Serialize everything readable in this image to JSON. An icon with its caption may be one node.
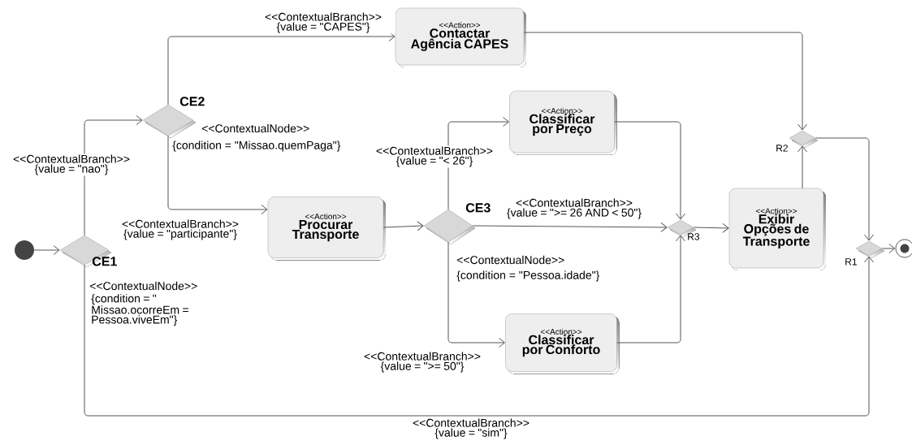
{
  "diagram": {
    "nodes": [
      {
        "text": [],
        "shape": "circle"
      },
      {
        "text": [
          "CE1"
        ],
        "beside": [
          "<<ContextualNode>>",
          "{condition = \" Missao.ocorreEm = Pessoa.viveEm\"}"
        ]
      },
      {
        "text": [
          "CE2"
        ],
        "beside": [
          "<<ContextualNode>>",
          "{condition = \"Missao.quemPaga\"}"
        ]
      },
      {
        "text": [
          "<<Action>>",
          "Contactar Agência CAPES"
        ]
      },
      {
        "text": [
          "<<Action>>",
          "Procurar Transporte"
        ]
      },
      {
        "text": [
          "CE3"
        ],
        "beside": [
          "<<ContextualNode>>",
          "{condition = \"Pessoa.idade\"}"
        ]
      },
      {
        "text": [
          "<<Action>>",
          "Classificar por Preço"
        ]
      },
      {
        "text": [
          "<<Action>>",
          "Classificar por Conforto"
        ]
      },
      {
        "text": [
          "R3"
        ]
      },
      {
        "text": [
          "<<Action>>",
          "Exibir Opções de Transporte"
        ]
      },
      {
        "text": [
          "R2"
        ]
      },
      {
        "text": [
          "R1"
        ]
      },
      {
        "text": [],
        "shape": "bullseye"
      }
    ],
    "edges": [
      {
        "from": 0,
        "to": 1,
        "arrow": "to"
      },
      {
        "from": 1,
        "to": 2,
        "arrow": "to",
        "label": "<<ContextualBranch>> {value = \"nao\"}"
      },
      {
        "from": 2,
        "to": 3,
        "arrow": "to",
        "label": "<<ContextualBranch>> {value = \"CAPES\"}"
      },
      {
        "from": 2,
        "to": 4,
        "arrow": "to",
        "label": "<<ContextualBranch>> {value = \"participante\"}"
      },
      {
        "from": 4,
        "to": 5,
        "arrow": "to"
      },
      {
        "from": 5,
        "to": 6,
        "arrow": "to",
        "label": "<<ContextualBranch>> {value = \"< 26\"}"
      },
      {
        "from": 5,
        "to": 8,
        "arrow": "to",
        "label": "<<ContextualBranch>> {value = \">= 26 AND < 50\"}"
      },
      {
        "from": 5,
        "to": 7,
        "arrow": "to",
        "label": "<<ContextualBranch>> {value = \">= 50\"}"
      },
      {
        "from": 6,
        "to": 8,
        "arrow": "to"
      },
      {
        "from": 7,
        "to": 8,
        "arrow": "to"
      },
      {
        "from": 8,
        "to": 9,
        "arrow": "to"
      },
      {
        "from": 3,
        "to": 10,
        "arrow": "to"
      },
      {
        "from": 9,
        "to": 10,
        "arrow": "to"
      },
      {
        "from": 10,
        "to": 11,
        "arrow": "to"
      },
      {
        "from": 1,
        "to": 11,
        "arrow": "to",
        "label": "<<ContextualBranch>> {value = \"sim\"}"
      },
      {
        "from": 11,
        "to": 12,
        "arrow": "to"
      }
    ]
  }
}
